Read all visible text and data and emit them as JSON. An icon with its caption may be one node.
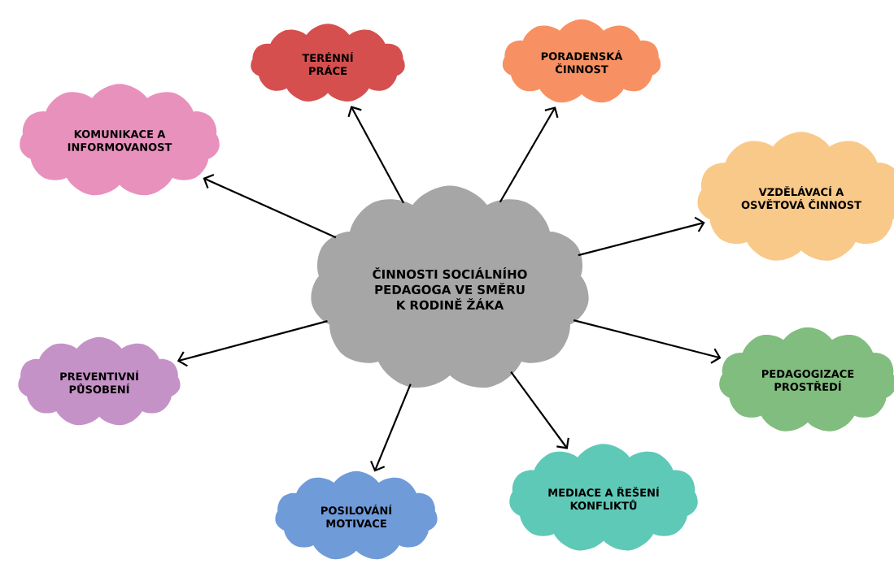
{
  "diagram": {
    "nodes": [
      {
        "text": [
          "ČINNOSTI SOCIÁLNÍHO PEDAGOGA VE SMĚRU K RODINĚ ŽÁKA"
        ]
      },
      {
        "text": [
          "TERÉNNÍ PRÁCE"
        ]
      },
      {
        "text": [
          "PORADENSKÁ ČINNOST"
        ]
      },
      {
        "text": [
          "KOMUNIKACE A INFORMOVANOST"
        ]
      },
      {
        "text": [
          "VZDĚLÁVACÍ A OSVĚTOVÁ ČINNOST"
        ]
      },
      {
        "text": [
          "PREVENTIVNÍ PŮSOBENÍ"
        ]
      },
      {
        "text": [
          "PEDAGOGIZACE PROSTŘEDÍ"
        ]
      },
      {
        "text": [
          "POSILOVÁNÍ MOTIVACE"
        ]
      },
      {
        "text": [
          "MEDIACE A ŘEŠENÍ KONFLIKTŮ"
        ]
      }
    ],
    "edges": [
      {
        "from": 0,
        "to": 1,
        "arrow": "to"
      },
      {
        "from": 0,
        "to": 2,
        "arrow": "to"
      },
      {
        "from": 0,
        "to": 3,
        "arrow": "to"
      },
      {
        "from": 0,
        "to": 4,
        "arrow": "to"
      },
      {
        "from": 0,
        "to": 5,
        "arrow": "to"
      },
      {
        "from": 0,
        "to": 6,
        "arrow": "to"
      },
      {
        "from": 0,
        "to": 7,
        "arrow": "to"
      },
      {
        "from": 0,
        "to": 8,
        "arrow": "to"
      }
    ]
  }
}
